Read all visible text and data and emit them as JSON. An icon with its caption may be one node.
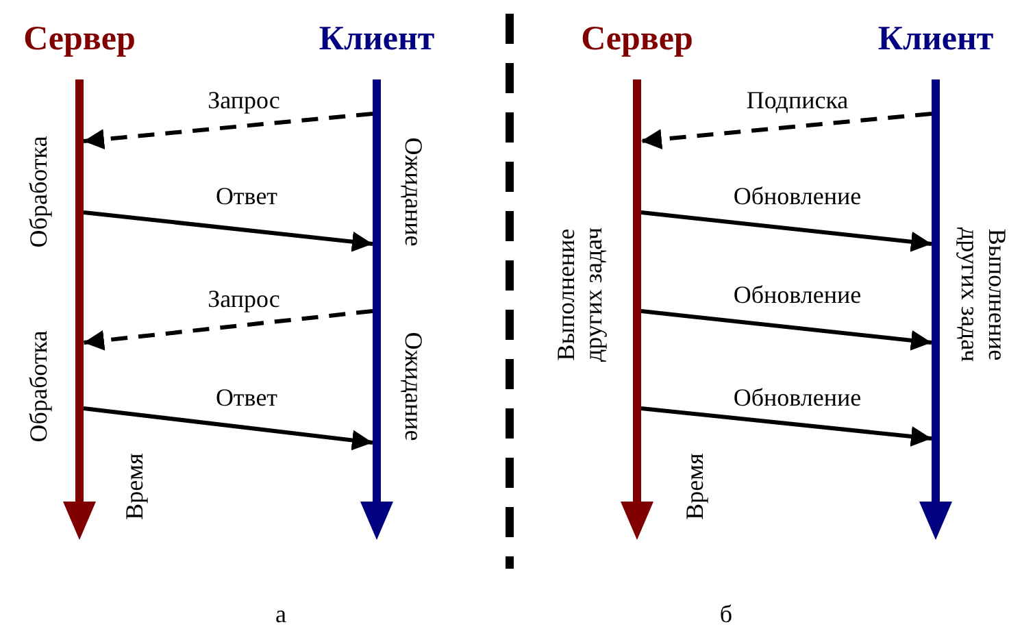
{
  "diagram": {
    "nodes": [
      {
        "text": [
          "Сервер"
        ]
      },
      {
        "text": [
          "Клиент"
        ]
      },
      {
        "text": [
          "Сервер"
        ]
      },
      {
        "text": [
          "Клиент"
        ]
      }
    ],
    "edges": [
      {
        "from": 1,
        "to": 0,
        "arrow": "to",
        "label": "Запрос",
        "style": "dashed"
      },
      {
        "from": 0,
        "to": 1,
        "arrow": "to",
        "label": "Ответ"
      },
      {
        "from": 1,
        "to": 0,
        "arrow": "to",
        "label": "Запрос",
        "style": "dashed"
      },
      {
        "from": 0,
        "to": 1,
        "arrow": "to",
        "label": "Ответ"
      },
      {
        "from": 3,
        "to": 2,
        "arrow": "to",
        "label": "Подписка",
        "style": "dashed"
      },
      {
        "from": 2,
        "to": 3,
        "arrow": "to",
        "label": "Обновление"
      },
      {
        "from": 2,
        "to": 3,
        "arrow": "to",
        "label": "Обновление"
      },
      {
        "from": 2,
        "to": 3,
        "arrow": "to",
        "label": "Обновление"
      }
    ],
    "labels": [
      "Обработка",
      "Ожидание",
      "Обработка",
      "Ожидание",
      "Время",
      "Выполнение других задач",
      "Выполнение других задач",
      "Время",
      "а",
      "б"
    ]
  }
}
